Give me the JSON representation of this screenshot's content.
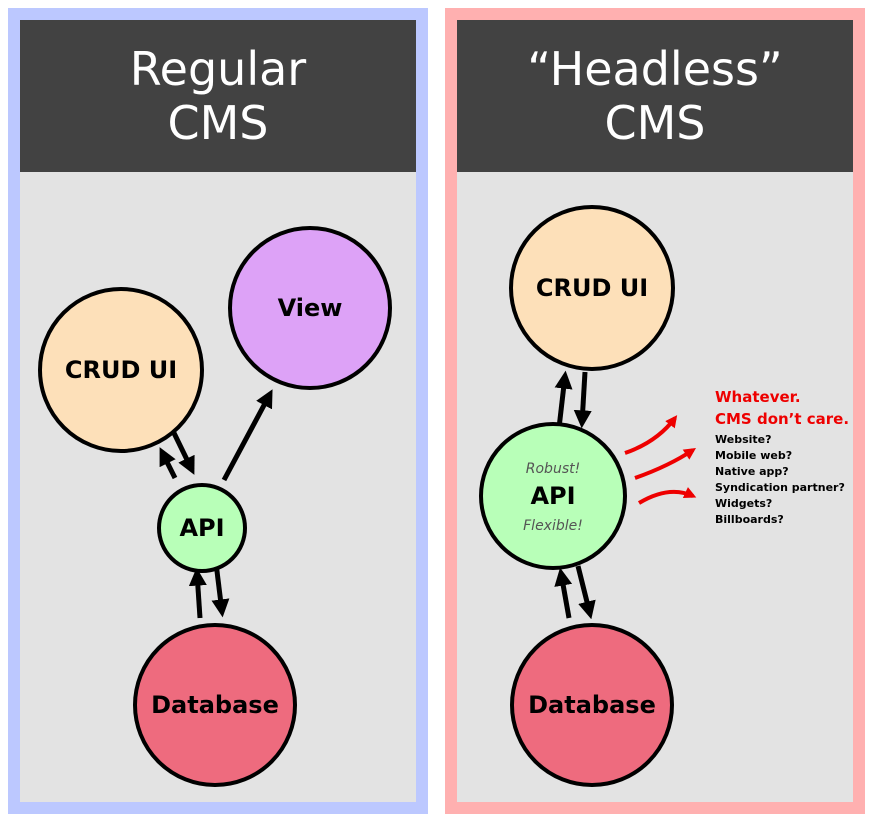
{
  "colors": {
    "left_border": "#bcc8ff",
    "right_border": "#ffb0b0",
    "panel_bg": "#e3e3e3",
    "header_bg": "#424242",
    "crud_ui": "#fde0b9",
    "view": "#dda2f7",
    "api": "#b8ffb8",
    "database": "#ee6b7e",
    "accent_red": "#ee0000"
  },
  "regular": {
    "title_line1": "Regular",
    "title_line2": "CMS",
    "nodes": {
      "crud_ui": "CRUD UI",
      "view": "View",
      "api": "API",
      "database": "Database"
    }
  },
  "headless": {
    "title_line1": "“Headless”",
    "title_line2": "CMS",
    "nodes": {
      "crud_ui": "CRUD UI",
      "api": "API",
      "api_top_note": "Robust!",
      "api_bottom_note": "Flexible!",
      "database": "Database"
    },
    "callout": {
      "line1": "Whatever.",
      "line2": "CMS don’t care.",
      "items": [
        "Website?",
        "Mobile web?",
        "Native app?",
        "Syndication partner?",
        "Widgets?",
        "Billboards?"
      ]
    }
  }
}
